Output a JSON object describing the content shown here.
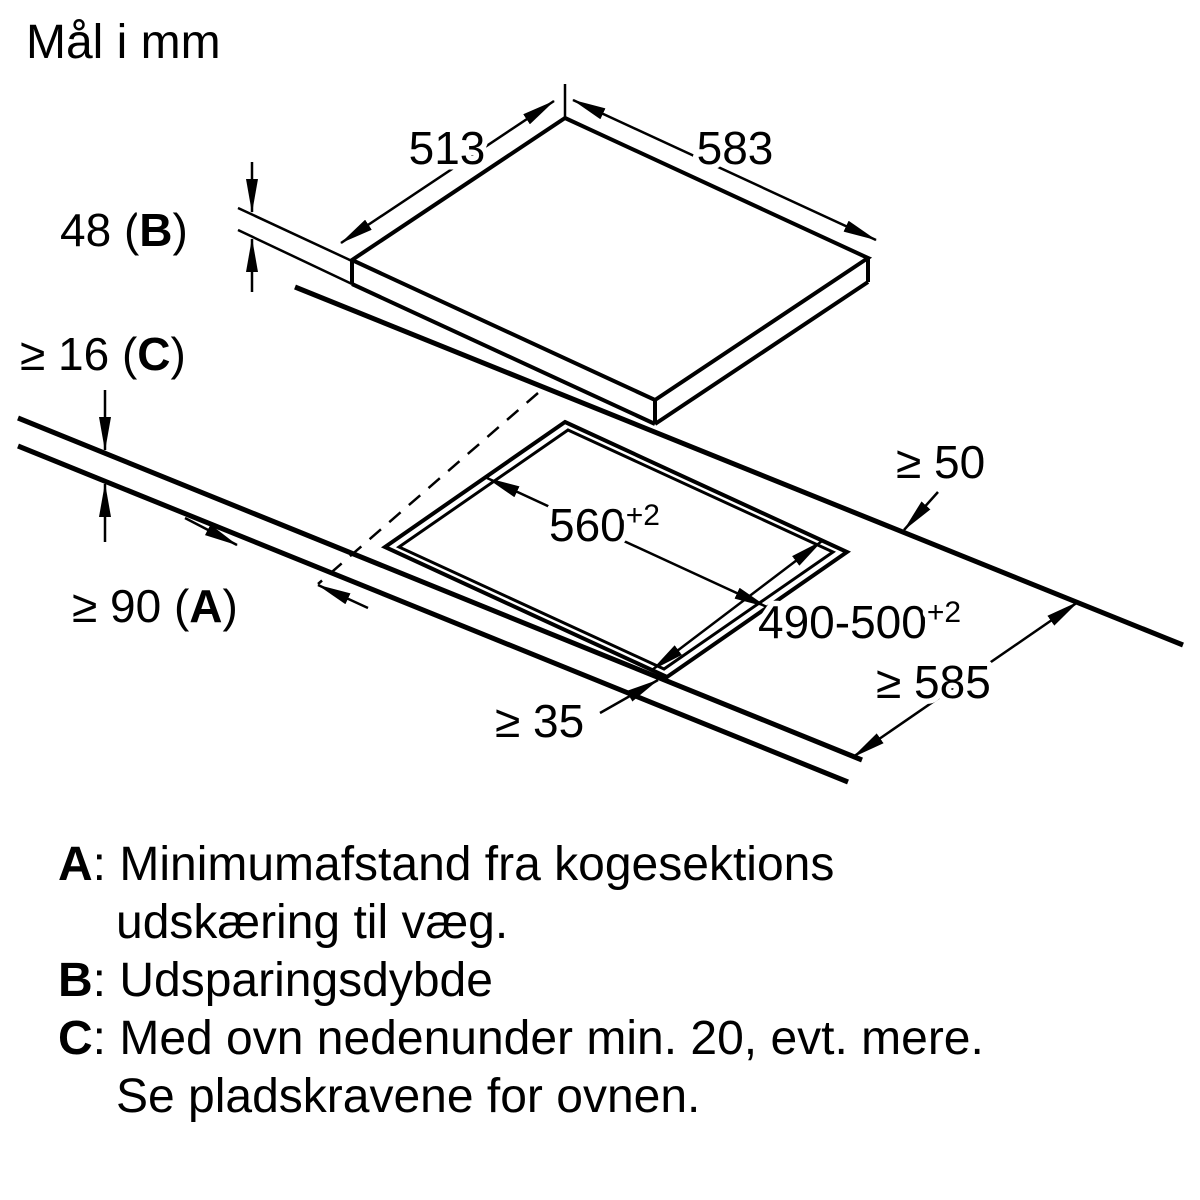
{
  "title": "Mål i mm",
  "colors": {
    "line": "#000000",
    "background": "#ffffff"
  },
  "dimensions": {
    "hob_width": "513",
    "hob_depth": "583",
    "hob_build_in_height": {
      "pre": "48 (",
      "letter": "B",
      "post": ")"
    },
    "worktop_thickness": {
      "pre": "≥ 16 (",
      "letter": "C",
      "post": ")"
    },
    "rear_wall_clearance": "≥ 50",
    "cutout_width": {
      "base": "560",
      "sup": "+2"
    },
    "cutout_depth": {
      "base": "490-500",
      "sup": "+2"
    },
    "side_wall_clearance": {
      "pre": "≥ 90 (",
      "letter": "A",
      "post": ")"
    },
    "front_clearance": "≥ 35",
    "min_worktop_depth": "≥ 585"
  },
  "legend": [
    {
      "letter": "A",
      "text": ": Minimumafstand fra kogesektions",
      "text2": "udskæring til væg."
    },
    {
      "letter": "B",
      "text": ": Udsparingsdybde"
    },
    {
      "letter": "C",
      "text": ": Med ovn nedenunder min. 20, evt. mere.",
      "text2": "Se pladskravene for ovnen."
    }
  ]
}
